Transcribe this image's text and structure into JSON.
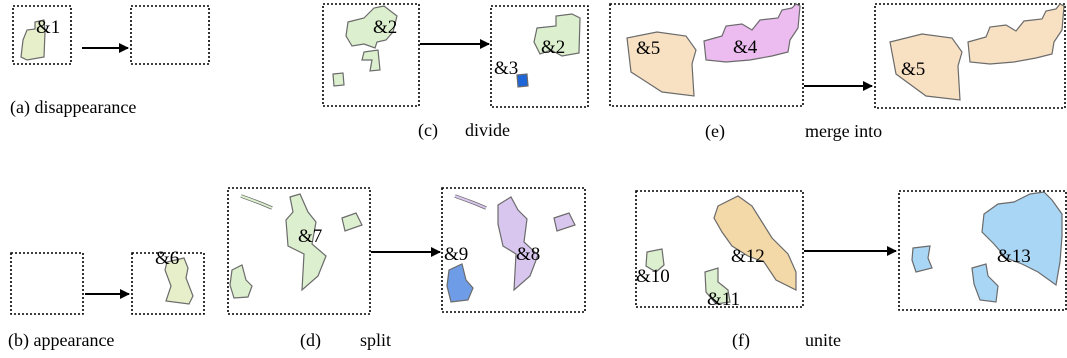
{
  "colors": {
    "light_green": "#dcefcf",
    "olive_green": "#e6efc9",
    "light_blue": "#aad6f5",
    "dark_blue": "#1e66d8",
    "mid_blue": "#6f9ce6",
    "peach": "#f8e1c3",
    "pink": "#ecbbf0",
    "lavender": "#d9c6ee",
    "tan": "#f4d9a8"
  },
  "panels": {
    "a": {
      "caption": "(a) disappearance",
      "labels": [
        "&1"
      ]
    },
    "b": {
      "caption": "(b) appearance",
      "labels": [
        "&6"
      ]
    },
    "c": {
      "caption_id": "(c)",
      "caption_word": "divide",
      "labels": [
        "&2",
        "&2",
        "&3"
      ]
    },
    "d": {
      "caption_id": "(d)",
      "caption_word": "split",
      "labels": [
        "&7",
        "&9",
        "&8"
      ]
    },
    "e": {
      "caption_id": "(e)",
      "caption_word": "merge into",
      "labels": [
        "&5",
        "&4",
        "&5"
      ]
    },
    "f": {
      "caption_id": "(f)",
      "caption_word": "unite",
      "labels": [
        "&10",
        "&12",
        "&11",
        "&13"
      ]
    }
  }
}
